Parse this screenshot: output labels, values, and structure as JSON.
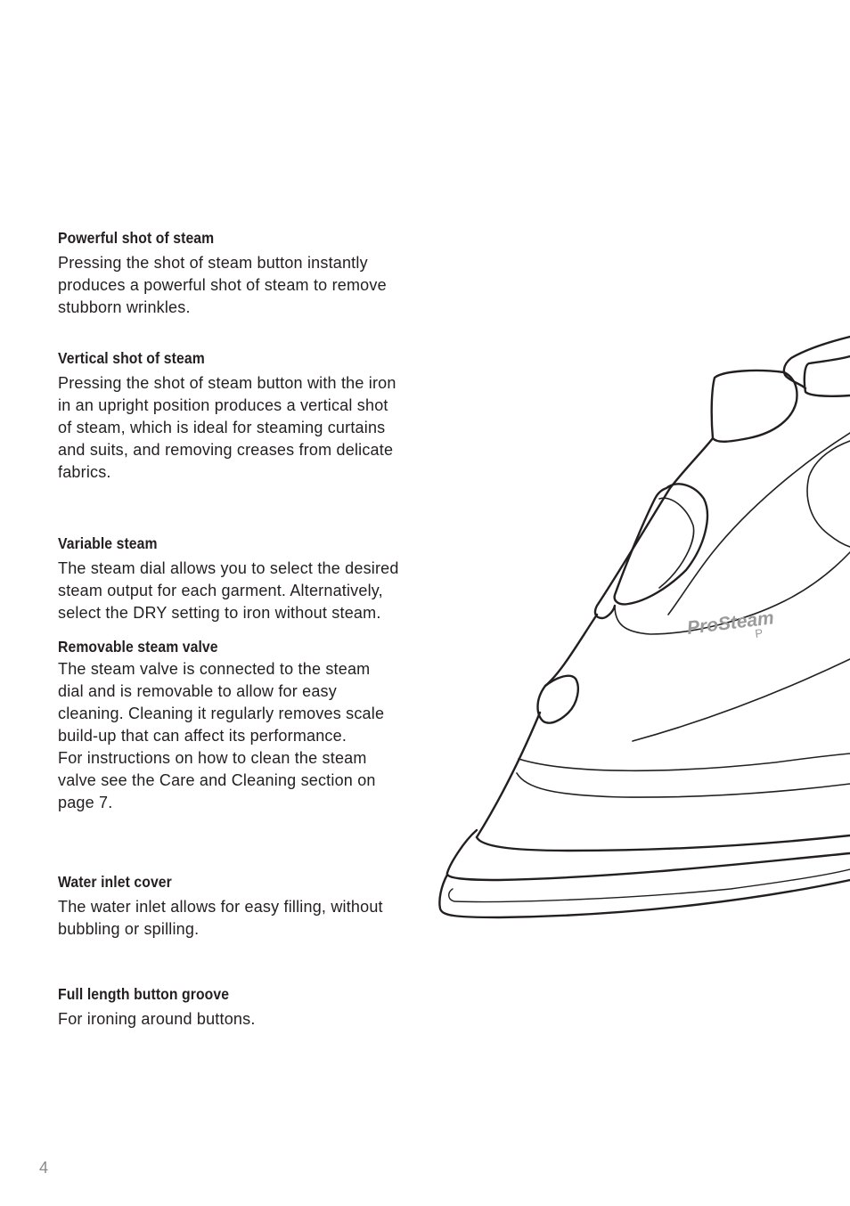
{
  "sections": [
    {
      "heading": "Powerful shot of steam",
      "body": "Pressing the shot of steam button instantly\nproduces a powerful shot of steam to remove\nstubborn wrinkles."
    },
    {
      "heading": "Vertical shot of steam",
      "body": "Pressing the shot of steam button with the iron\nin an upright position produces a vertical shot\nof steam, which is ideal for steaming curtains\nand suits, and removing creases from delicate\nfabrics."
    },
    {
      "heading": "Variable steam",
      "body": "The steam dial allows you to select the desired\nsteam output for each garment. Alternatively,\nselect the DRY setting to iron without steam."
    },
    {
      "heading": "Removable steam valve",
      "body": "The steam valve is connected to the steam\ndial and is removable to allow for easy\ncleaning. Cleaning it regularly removes scale\nbuild-up that can affect its performance.\nFor instructions on how to clean the steam\nvalve see the Care and Cleaning section on\npage 7."
    },
    {
      "heading": "Water inlet cover",
      "body": "The water inlet allows for easy filling, without\nbubbling or spilling."
    },
    {
      "heading": "Full length button groove",
      "body": "For ironing around buttons."
    }
  ],
  "illustration": {
    "brand_text": "ProSteam",
    "brand_sub": "P"
  },
  "page_number": "4"
}
